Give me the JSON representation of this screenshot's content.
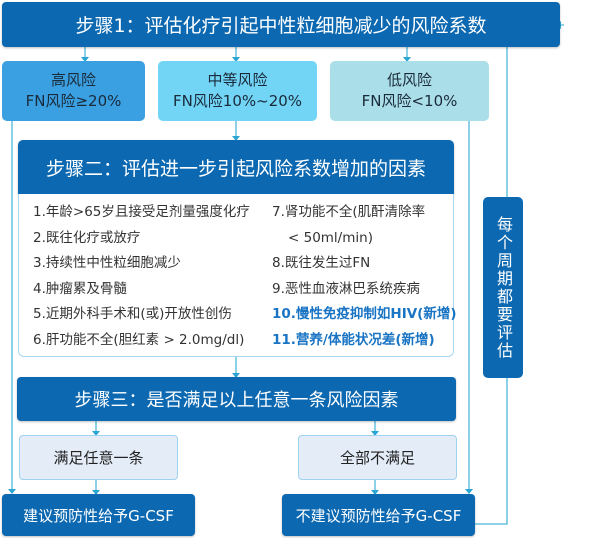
{
  "step1": {
    "title": "步骤1：评估化疗引起中性粒细胞减少的风险系数"
  },
  "risk_levels": [
    {
      "name": "高风险",
      "criteria": "FN风险≥20%",
      "color": "#3ba0e2"
    },
    {
      "name": "中等风险",
      "criteria": "FN风险10%~20%",
      "color": "#72d5f6"
    },
    {
      "name": "低风险",
      "criteria": "FN风险<10%",
      "color": "#aadee8"
    }
  ],
  "step2": {
    "title": "步骤二：评估进一步引起风险系数增加的因素",
    "factors_left": [
      "1.年龄>65岁且接受足剂量强度化疗",
      "2.既往化疗或放疗",
      "3.持续性中性粒细胞减少",
      "4.肿瘤累及骨髓",
      "5.近期外科手术和(或)开放性创伤",
      "6.肝功能不全(胆红素 > 2.0mg/dl)"
    ],
    "factors_right": [
      "7.肾功能不全(肌酐清除率",
      "< 50ml/min)",
      "8.既往发生过FN",
      "9.恶性血液淋巴系统疾病",
      "10.慢性免疫抑制如HIV(新增)",
      "11.营养/体能状况差(新增)"
    ]
  },
  "step3": {
    "title": "步骤三：是否满足以上任意一条风险因素"
  },
  "branches": {
    "yes": "满足任意一条",
    "no": "全部不满足"
  },
  "outcomes": {
    "recommend": "建议预防性给予G-CSF",
    "not_recommend": "不建议预防性给予G-CSF"
  },
  "cycle_note": "每个周期都要评估",
  "colors": {
    "primary": "#0b68b1",
    "connector": "#4db8dc",
    "new_item": "#1a74c4"
  }
}
